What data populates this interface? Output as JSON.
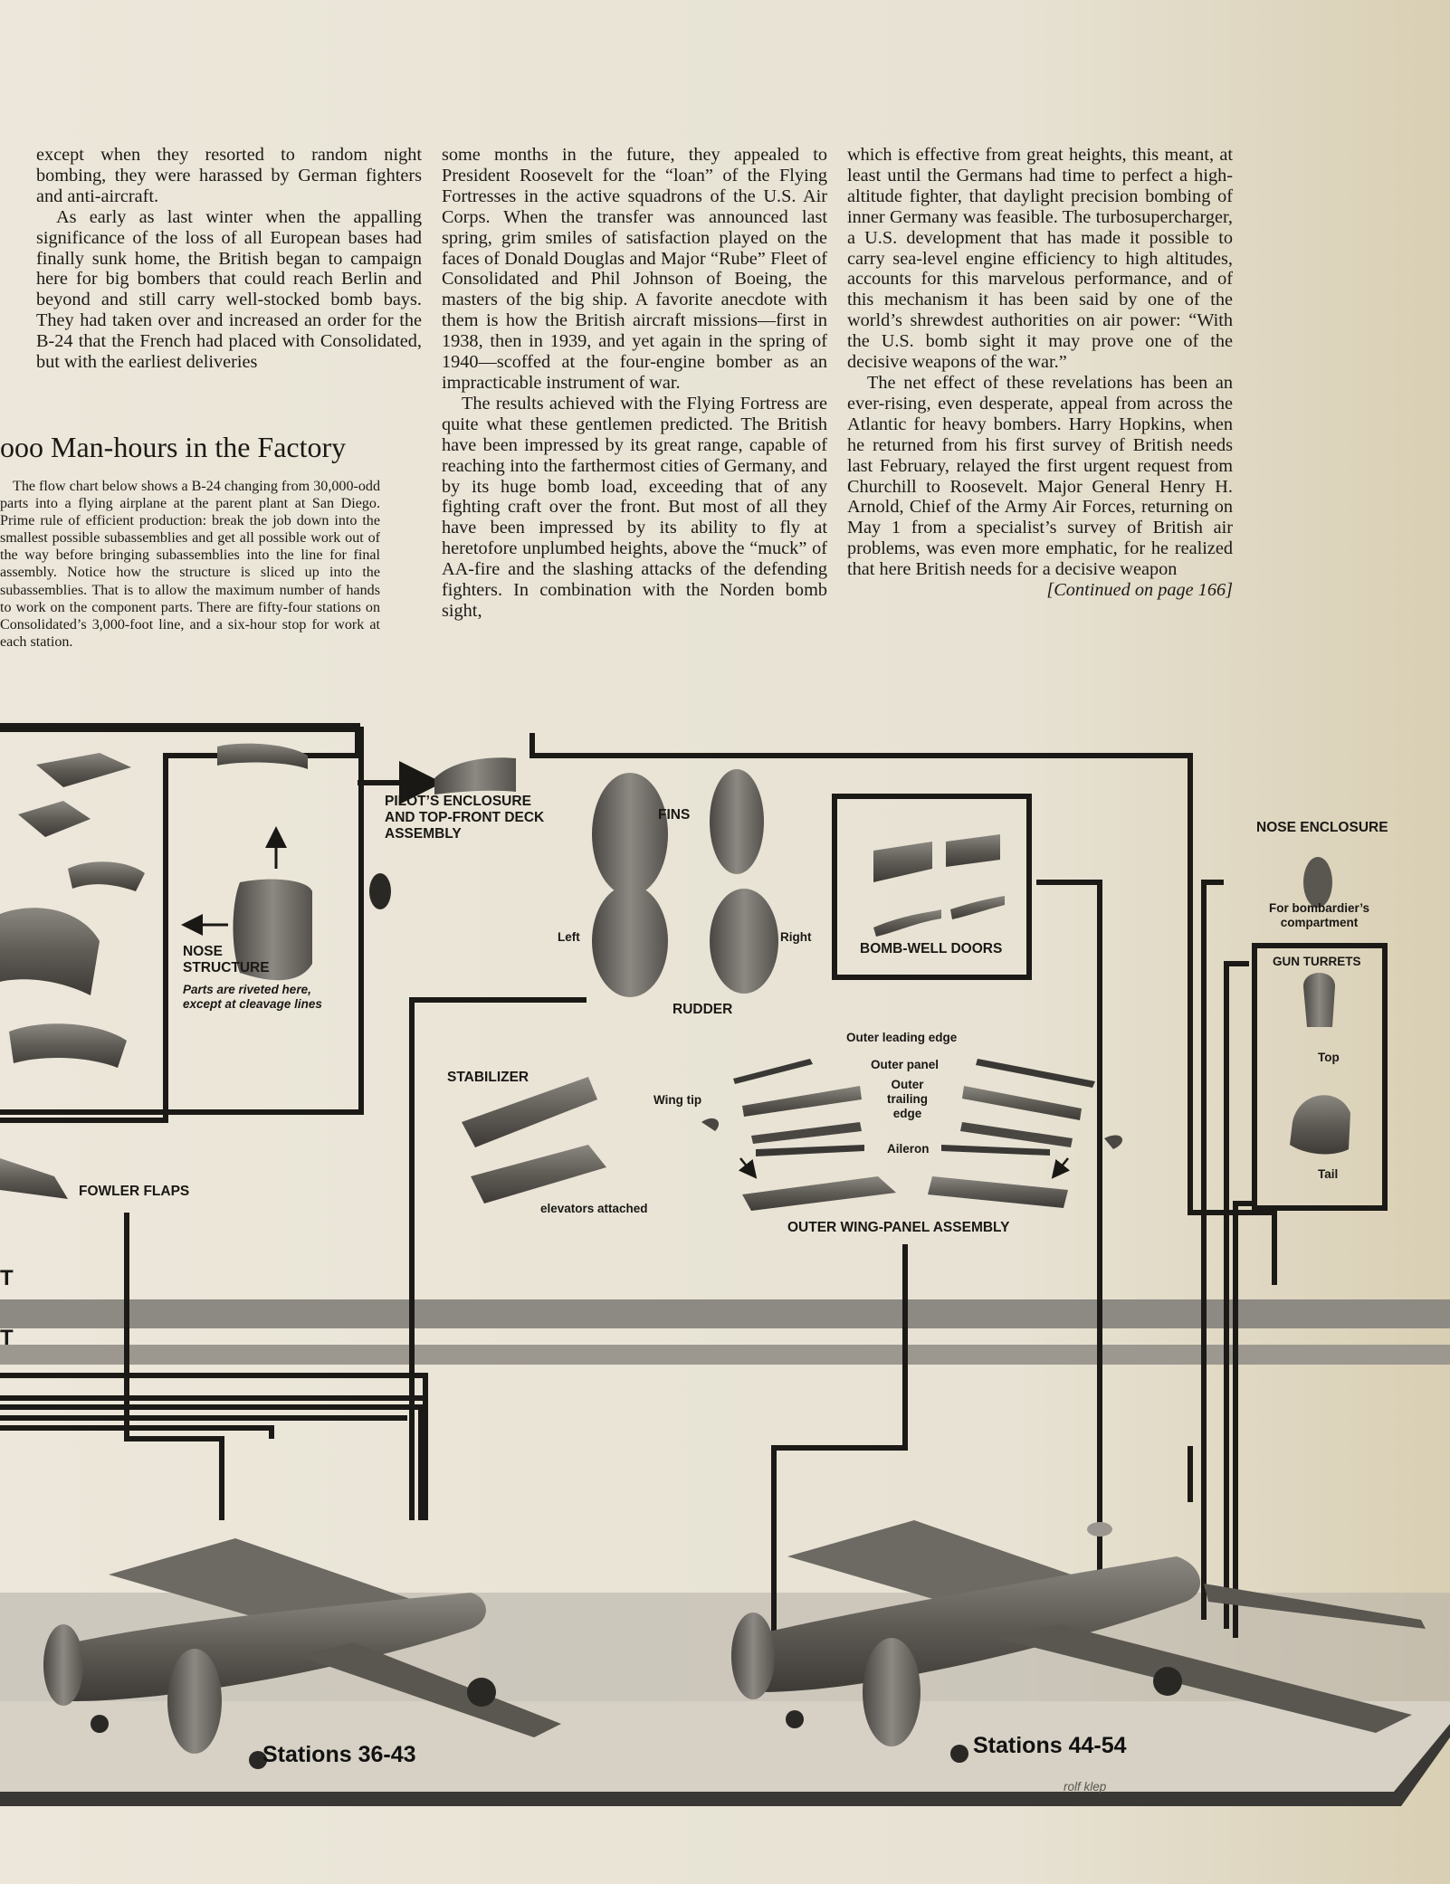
{
  "columns": {
    "col1": [
      "except when they resorted to random night bombing, they were harassed by German fighters and anti-aircraft.",
      "As early as last winter when the appalling significance of the loss of all European bases had finally sunk home, the British began to campaign here for big bombers that could reach Berlin and beyond and still carry well-stocked bomb bays. They had taken over and increased an order for the B-24 that the French had placed with Consolidated, but with the earliest deliveries"
    ],
    "col2": [
      "some months in the future, they appealed to President Roosevelt for the “loan” of the Flying Fortresses in the active squadrons of the U.S. Air Corps. When the transfer was announced last spring, grim smiles of satisfaction played on the faces of Donald Douglas and Major “Rube” Fleet of Consolidated and Phil Johnson of Boeing, the masters of the big ship. A favorite anecdote with them is how the British aircraft missions—first in 1938, then in 1939, and yet again in the spring of 1940—scoffed at the four-engine bomber as an impracticable instrument of war.",
      "The results achieved with the Flying Fortress are quite what these gentlemen predicted. The British have been impressed by its great range, capable of reaching into the farthermost cities of Germany, and by its huge bomb load, exceeding that of any fighting craft over the front. But most of all they have been impressed by its ability to fly at heretofore unplumbed heights, above the “muck” of AA-fire and the slashing attacks of the defending fighters. In combination with the Norden bomb sight,"
    ],
    "col3": [
      "which is effective from great heights, this meant, at least until the Germans had time to perfect a high-altitude fighter, that daylight precision bombing of inner Germany was feasible. The turbosupercharger, a U.S. development that has made it possible to carry sea-level engine efficiency to high altitudes, accounts for this marvelous performance, and of this mechanism it has been said by one of the world’s shrewdest authorities on air power: “With the U.S. bomb sight it may prove one of the decisive weapons of the war.”",
      "The net effect of these revelations has been an ever-rising, even desperate, appeal from across the Atlantic for heavy bombers. Harry Hopkins, when he returned from his first survey of British needs last February, relayed the first urgent request from Churchill to Roosevelt. Major General Henry H. Arnold, Chief of the Army Air Forces, returning on May 1 from a specialist’s survey of British air problems, was even more emphatic, for he realized that here British needs for a decisive weapon"
    ],
    "continued": "[Continued on page 166]"
  },
  "section": {
    "title": "ooo Man-hours in the Factory",
    "body": "The flow chart below shows a B-24 changing from 30,000-odd parts into a flying airplane at the parent plant at San Diego. Prime rule of efficient production: break the job down into the smallest possible subassemblies and get all possible work out of the way before bringing subassemblies into the line for final assembly. Notice how the structure is sliced up into the subassemblies. That is to allow the maximum number of hands to work on the component parts. There are fifty-four stations on Consolidated’s 3,000-foot line, and a six-hour stop for work at each station."
  },
  "diagram": {
    "pilot_enclosure": [
      "PILOT’S ENCLOSURE",
      "AND TOP-FRONT DECK",
      "ASSEMBLY"
    ],
    "nose_structure": [
      "NOSE",
      "STRUCTURE"
    ],
    "nose_structure_note": [
      "Parts are riveted here,",
      "except at cleavage lines"
    ],
    "fins": "FINS",
    "left": "Left",
    "right": "Right",
    "rudder": "RUDDER",
    "bomb_well_doors": "BOMB-WELL DOORS",
    "nose_enclosure": "NOSE ENCLOSURE",
    "bombardier_note": [
      "For bombardier’s",
      "compartment"
    ],
    "gun_turrets": "GUN TURRETS",
    "top": "Top",
    "tail": "Tail",
    "stabilizer": "STABILIZER",
    "elevators": "elevators attached",
    "outer_leading_edge": "Outer leading edge",
    "outer_panel": "Outer panel",
    "outer_trailing_edge": [
      "Outer",
      "trailing",
      "edge"
    ],
    "wing_tip": "Wing tip",
    "aileron": "Aileron",
    "outer_wing_panel": "OUTER WING-PANEL ASSEMBLY",
    "fowler_flaps": "FOWLER FLAPS",
    "band_letter_1": "T",
    "band_letter_2": "T",
    "station_a": "Stations 36-43",
    "station_b": "Stations 44-54",
    "signature": "rolf klep"
  }
}
